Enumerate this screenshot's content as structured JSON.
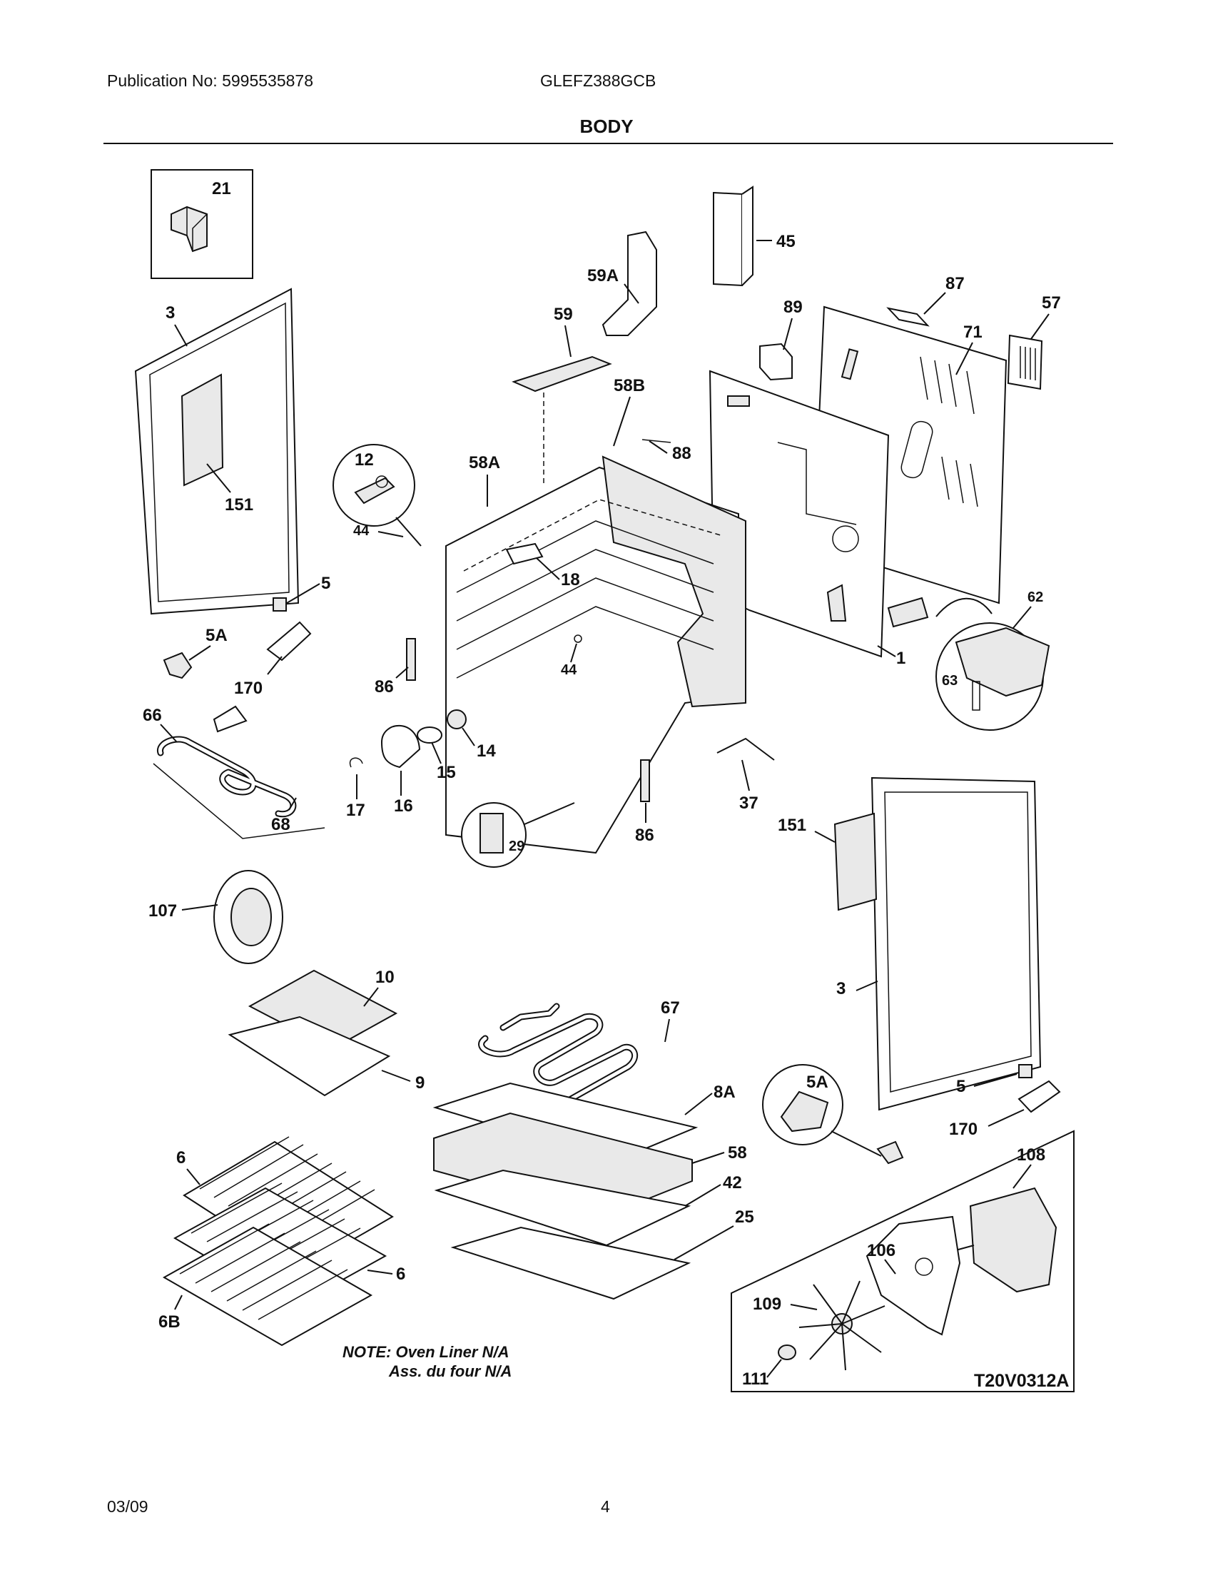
{
  "header": {
    "publication": "Publication No: 5995535878",
    "model": "GLEFZ388GCB",
    "section_title": "BODY"
  },
  "footer": {
    "date": "03/09",
    "page_number": "4"
  },
  "diagram": {
    "note_line1": "NOTE: Oven Liner N/A",
    "note_line2": "Ass. du four N/A",
    "drawing_code": "T20V0312A",
    "callouts": {
      "p21": "21",
      "p45": "45",
      "p59A": "59A",
      "p59": "59",
      "p87": "87",
      "p57": "57",
      "p89": "89",
      "p71": "71",
      "p3_left": "3",
      "p58B": "58B",
      "p88": "88",
      "p12": "12",
      "p58A": "58A",
      "p151_left": "151",
      "p44_top": "44",
      "p18": "18",
      "p5_left": "5",
      "p62": "62",
      "p5A_left": "5A",
      "p170_left": "170",
      "p86_left": "86",
      "p44_mid": "44",
      "p1": "1",
      "p63": "63",
      "p66": "66",
      "p14": "14",
      "p15": "15",
      "p17": "17",
      "p16": "16",
      "p37": "37",
      "p68": "68",
      "p29": "29",
      "p86_right": "86",
      "p151_right": "151",
      "p107": "107",
      "p10": "10",
      "p3_right": "3",
      "p67": "67",
      "p9": "9",
      "p5A_right": "5A",
      "p8A": "8A",
      "p5_right": "5",
      "p170_right": "170",
      "p58": "58",
      "p108": "108",
      "p6_top": "6",
      "p42": "42",
      "p25": "25",
      "p106": "106",
      "p6_mid": "6",
      "p109": "109",
      "p6B": "6B",
      "p111": "111"
    }
  }
}
